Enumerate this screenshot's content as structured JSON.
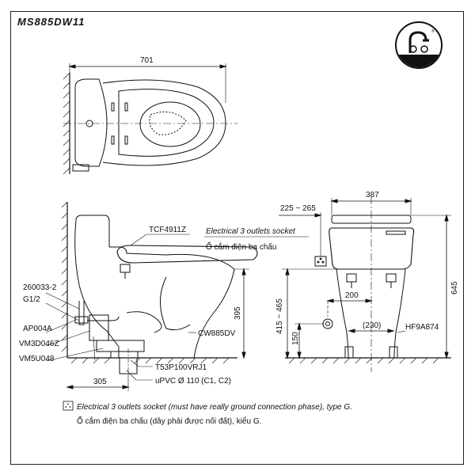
{
  "model": "MS885DW11",
  "badge_icon": "dual-flush-eco-icon",
  "dims": {
    "top_width": "701",
    "right_width": "387",
    "socket_range": "225 ~ 265",
    "total_height": "645",
    "inlet_range": "415 ~ 465",
    "offset_200": "200",
    "offset_230": "(230)",
    "base_150": "150",
    "height_395": "395",
    "rough_305": "305"
  },
  "parts": {
    "tcf": "TCF4911Z",
    "p260033": "260033-2",
    "g12": "G1/2",
    "ap004a": "AP004A",
    "vm3d": "VM3D046Z",
    "vm5u": "VM5U048",
    "cw885dv": "CW885DV",
    "t53": "T53P100VRJ1",
    "upvc": "uPVC Ø 110 (C1, C2)",
    "hf9a": "HF9A874"
  },
  "socket": {
    "en": "Electrical 3 outlets socket",
    "vi": "Ổ cắm điện ba chấu"
  },
  "notes": {
    "en": "Electrical 3 outlets socket (must have really ground connection phase), type G.",
    "vi": "Ổ cắm điện ba chấu (dây phải được nối đất), kiểu G."
  }
}
